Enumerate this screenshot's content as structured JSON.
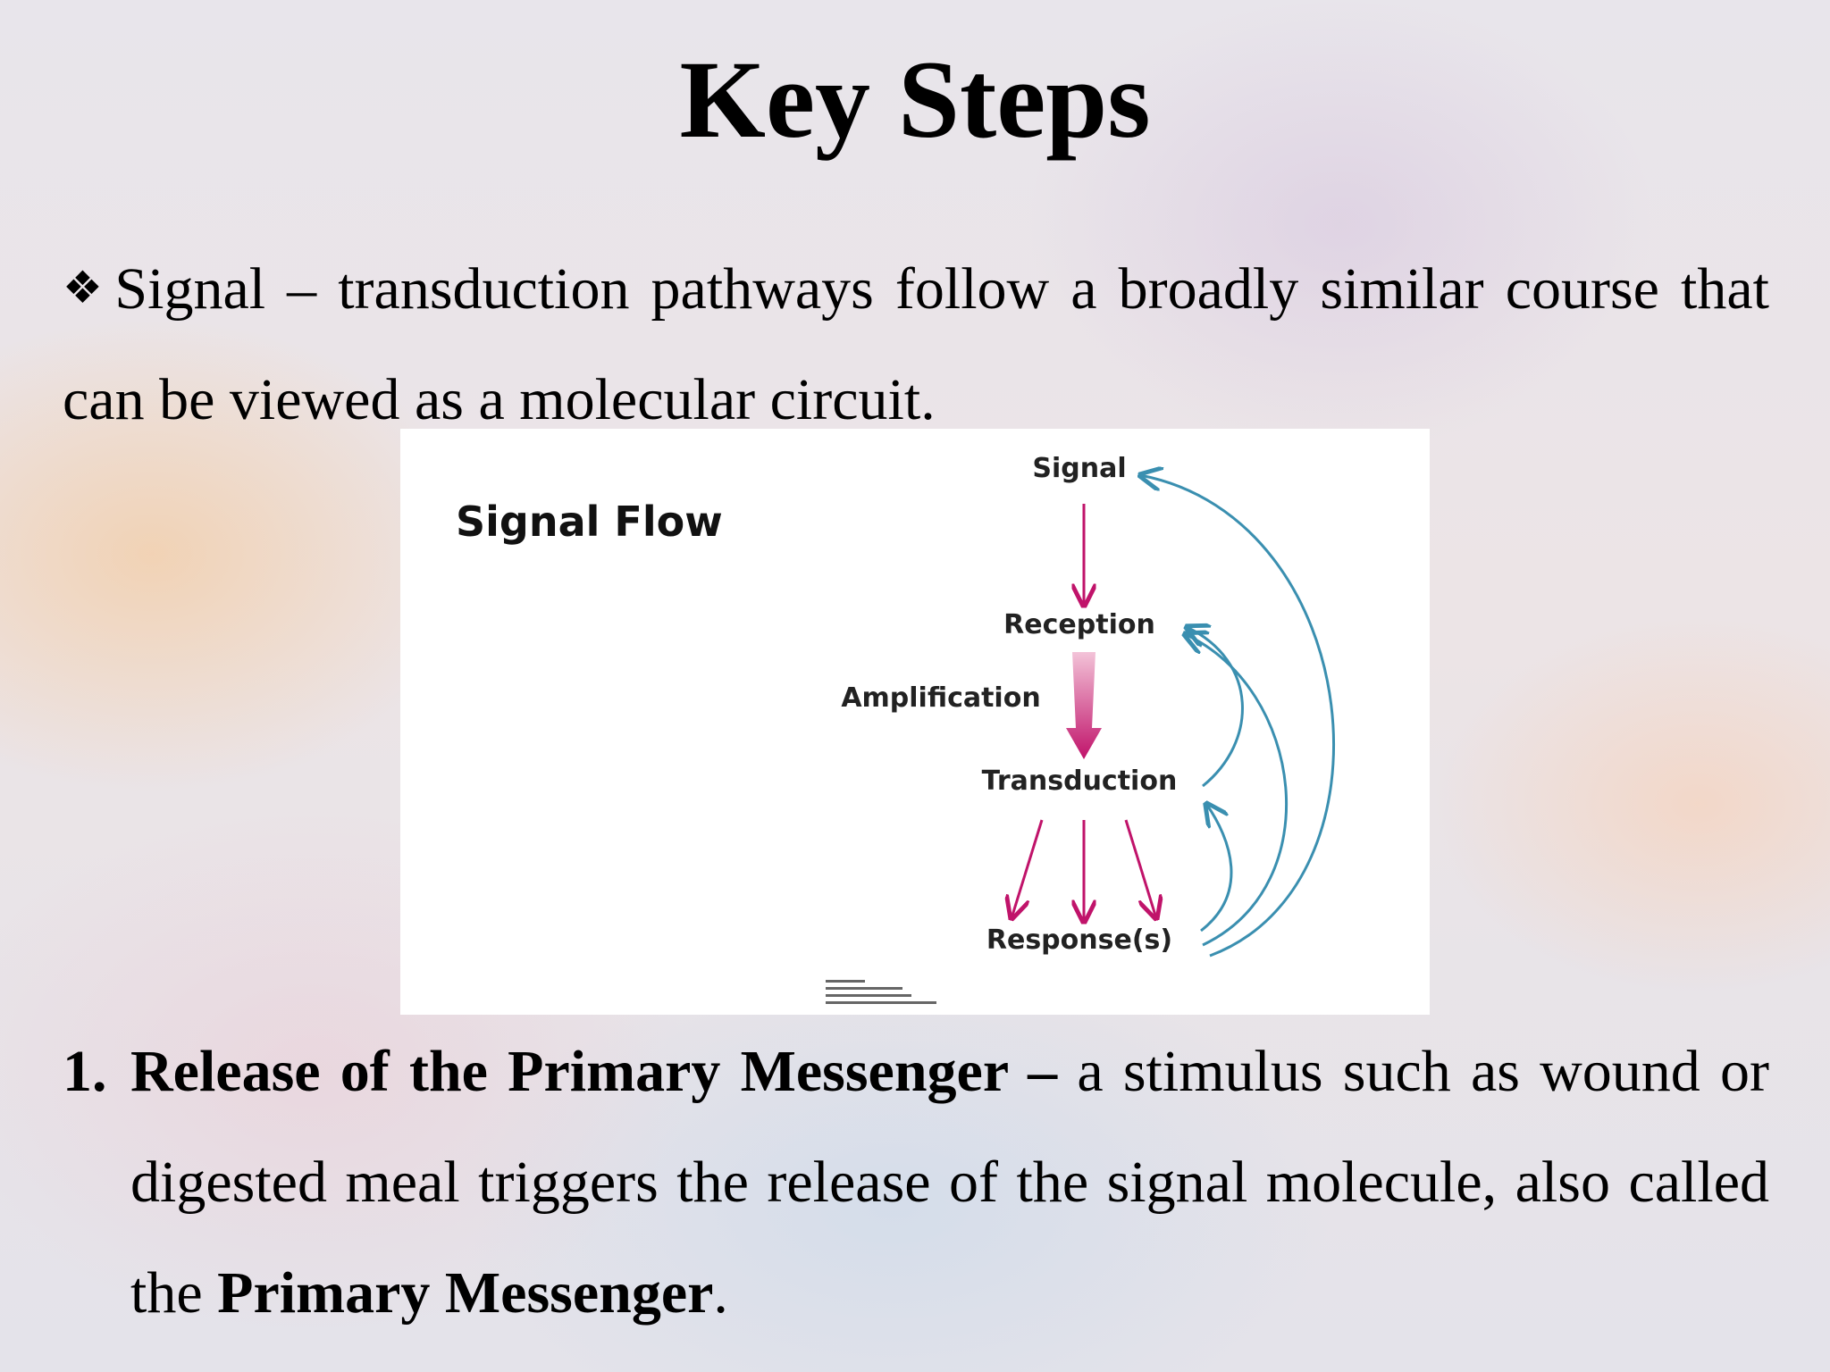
{
  "slide": {
    "title": "Key Steps",
    "intro": {
      "bullet_icon": "four-diamond-bullet-icon",
      "text": "Signal – transduction pathways follow a broadly similar course that can be viewed as a molecular circuit."
    },
    "figure": {
      "heading": "Signal Flow",
      "nodes": {
        "signal": "Signal",
        "reception": "Reception",
        "amplification": "Amplification",
        "transduction": "Transduction",
        "response": "Response(s)"
      },
      "colors": {
        "forward_arrow": "#c0136a",
        "feedback_arrow": "#3a8fb0"
      }
    },
    "steps": [
      {
        "number": "1.",
        "bold_lead": "Release of the Primary Messenger –",
        "text_a": " a stimulus such as wound or digested meal triggers the release of the signal molecule, also called the ",
        "bold_term": "Primary Messenger",
        "text_b": "."
      }
    ]
  }
}
